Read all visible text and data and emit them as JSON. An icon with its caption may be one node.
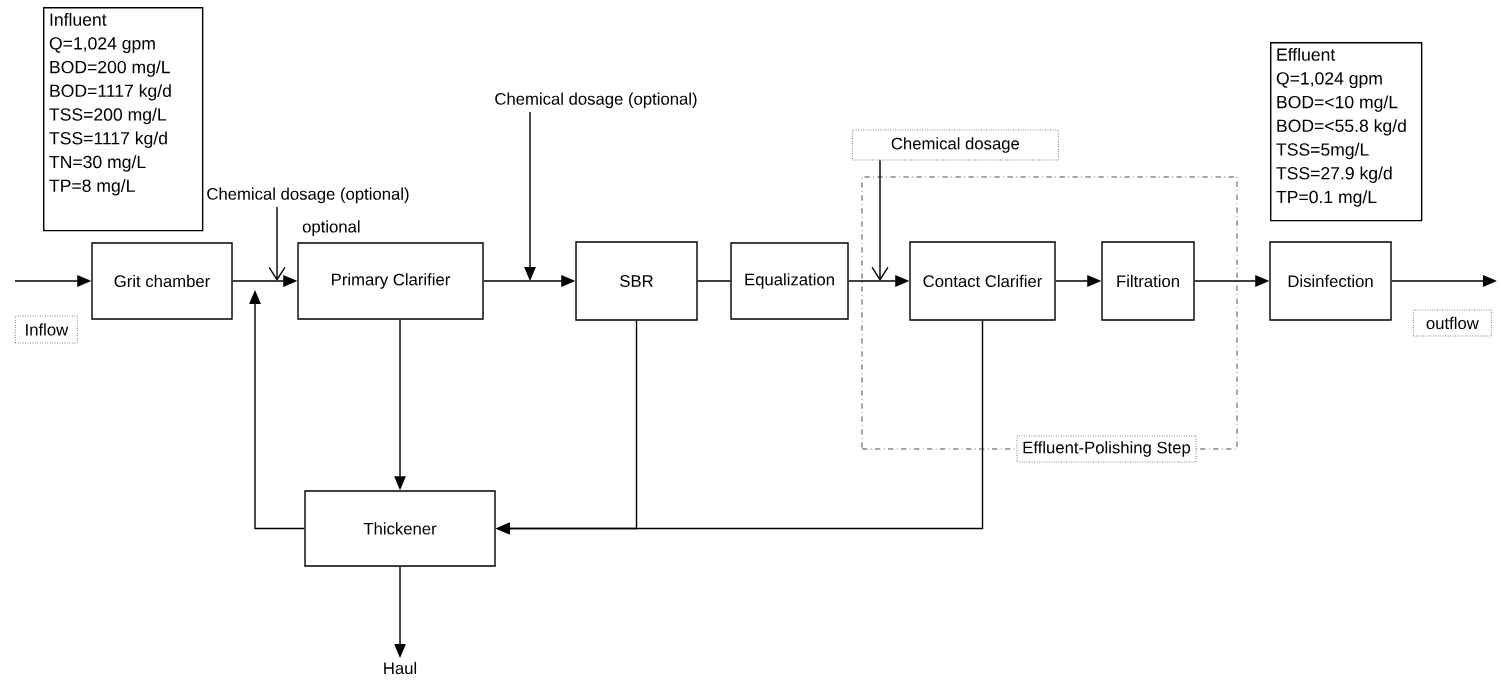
{
  "diagram": {
    "nodes": [
      {
        "text": [
          "Influent",
          "Q=1,024 gpm",
          "BOD=200 mg/L",
          "BOD=1117 kg/d",
          "TSS=200 mg/L",
          "TSS=1117 kg/d",
          "TN=30 mg/L",
          "TP=8 mg/L"
        ]
      },
      {
        "text": [
          "Grit chamber"
        ]
      },
      {
        "text": [
          "Primary Clarifier"
        ],
        "beside": [
          "optional"
        ]
      },
      {
        "text": [
          "SBR"
        ]
      },
      {
        "text": [
          "Equalization"
        ]
      },
      {
        "text": [
          "Effluent-Polishing Step"
        ]
      },
      {
        "text": [
          "Contact Clarifier"
        ],
        "in": 5
      },
      {
        "text": [
          "Filtration"
        ],
        "in": 5
      },
      {
        "text": [
          "Effluent",
          "Q=1,024 gpm",
          "BOD=<10 mg/L",
          "BOD=<55.8 kg/d",
          "TSS=5mg/L",
          "TSS=27.9 kg/d",
          "TP=0.1 mg/L"
        ]
      },
      {
        "text": [
          "Disinfection"
        ]
      },
      {
        "text": [
          "Thickener"
        ]
      },
      {
        "text": [
          "Chemical dosage (optional)"
        ]
      },
      {
        "text": [
          "Chemical dosage (optional)"
        ]
      },
      {
        "text": [
          "Chemical dosage"
        ]
      },
      {
        "text": [
          "Inflow"
        ]
      },
      {
        "text": [
          "outflow"
        ]
      },
      {
        "text": [
          "Haul"
        ]
      }
    ],
    "edges": [
      {
        "from": null,
        "to": 1,
        "arrow": "to"
      },
      {
        "from": 1,
        "to": 2,
        "arrow": "to"
      },
      {
        "from": 2,
        "to": 3,
        "arrow": "to"
      },
      {
        "from": 3,
        "to": 4,
        "arrow": "none"
      },
      {
        "from": 4,
        "to": 6,
        "arrow": "to"
      },
      {
        "from": 6,
        "to": 7,
        "arrow": "to"
      },
      {
        "from": 7,
        "to": 9,
        "arrow": "to"
      },
      {
        "from": 9,
        "to": null,
        "arrow": "to"
      },
      {
        "from": 2,
        "to": 10,
        "arrow": "to"
      },
      {
        "from": 10,
        "to": null,
        "arrow": "to"
      },
      {
        "from": 3,
        "to": 10,
        "arrow": "to"
      },
      {
        "from": 6,
        "to": 10,
        "arrow": "to"
      },
      {
        "from": 10,
        "to": 16,
        "arrow": "to"
      },
      {
        "from": 11,
        "to": 2,
        "arrow": "to"
      },
      {
        "from": 12,
        "to": 3,
        "arrow": "to"
      },
      {
        "from": 13,
        "to": 6,
        "arrow": "to"
      }
    ]
  }
}
